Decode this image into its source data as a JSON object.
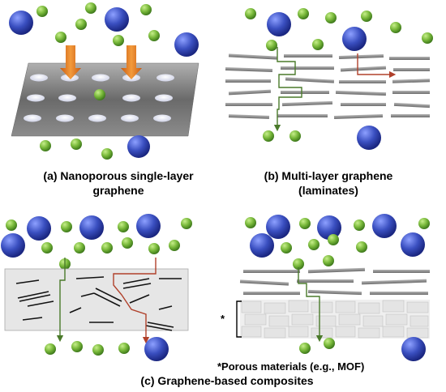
{
  "panel_a": {
    "caption_line1": "(a)  Nanoporous single-layer",
    "caption_line2": "graphene"
  },
  "panel_b": {
    "caption_line1": "(b)  Multi-layer graphene",
    "caption_line2": "(laminates)"
  },
  "panel_c": {
    "caption": "(c)  Graphene-based composites",
    "bracket_marker": "*",
    "porous_note": "*Porous materials (e.g., MOF)"
  },
  "colors": {
    "small_molecule": "#6aae2f",
    "large_molecule": "#3a4fb8",
    "arrow_orange": "#e0781f",
    "path_green": "#4a7a2a",
    "path_red": "#b0402a",
    "sheet_gray": "#8a8a8a",
    "matrix_gray": "#e4e4e4"
  }
}
